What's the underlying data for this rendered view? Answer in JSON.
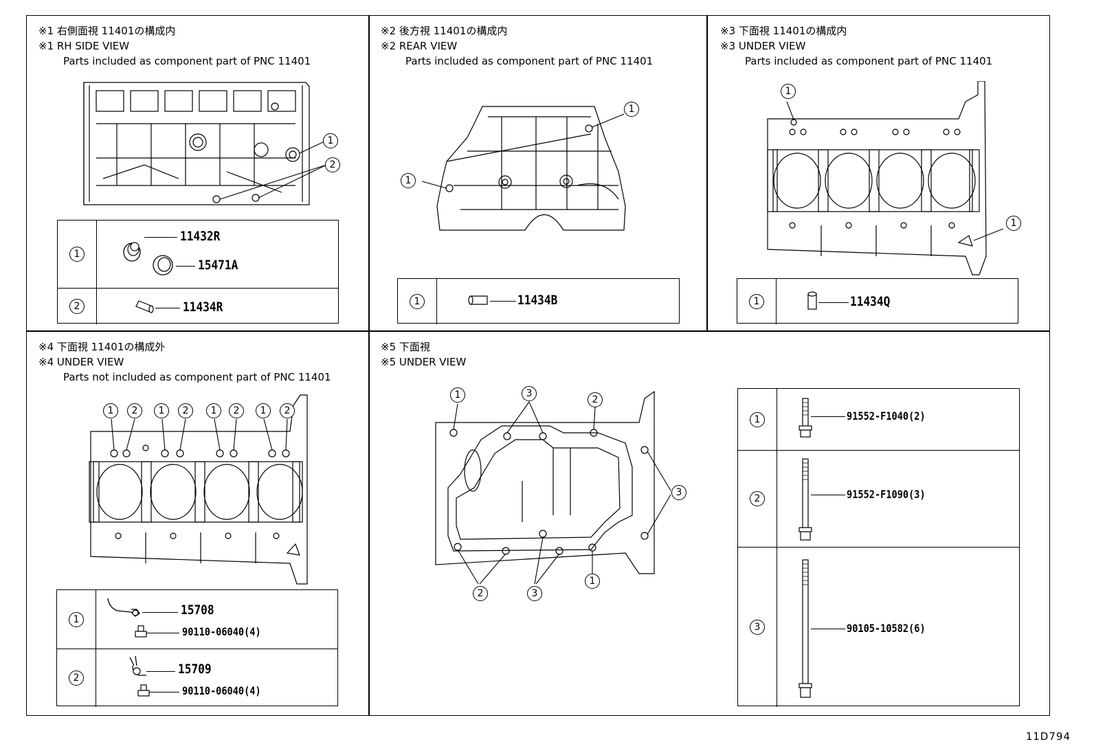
{
  "code": "11D794",
  "panels": {
    "p1": {
      "line1": "※1 右側面視 11401の構成内",
      "line2": "※1 RH SIDE VIEW",
      "line3": "Parts included as component part of PNC 11401",
      "rows": [
        {
          "idx": "1",
          "parts": [
            "11432R",
            "15471A"
          ]
        },
        {
          "idx": "2",
          "parts": [
            "11434R"
          ]
        }
      ]
    },
    "p2": {
      "line1": "※2 後方視 11401の構成内",
      "line2": "※2 REAR VIEW",
      "line3": "Parts included as component part of PNC 11401",
      "rows": [
        {
          "idx": "1",
          "parts": [
            "11434B"
          ]
        }
      ]
    },
    "p3": {
      "line1": "※3 下面視 11401の構成内",
      "line2": "※3 UNDER VIEW",
      "line3": "Parts included as component part of PNC 11401",
      "rows": [
        {
          "idx": "1",
          "parts": [
            "11434Q"
          ]
        }
      ]
    },
    "p4": {
      "line1": "※4 下面視 11401の構成外",
      "line2": "※4 UNDER VIEW",
      "line3": "Parts not included as component part of PNC 11401",
      "rows": [
        {
          "idx": "1",
          "parts": [
            "15708",
            "90110-06040(4)"
          ]
        },
        {
          "idx": "2",
          "parts": [
            "15709",
            "90110-06040(4)"
          ]
        }
      ]
    },
    "p5": {
      "line1": "※5 下面視",
      "line2": "※5 UNDER VIEW",
      "rows": [
        {
          "idx": "1",
          "parts": [
            "91552-F1040(2)"
          ]
        },
        {
          "idx": "2",
          "parts": [
            "91552-F1090(3)"
          ]
        },
        {
          "idx": "3",
          "parts": [
            "90105-10582(6)"
          ]
        }
      ]
    }
  },
  "callouts": {
    "one": "1",
    "two": "2",
    "three": "3"
  }
}
